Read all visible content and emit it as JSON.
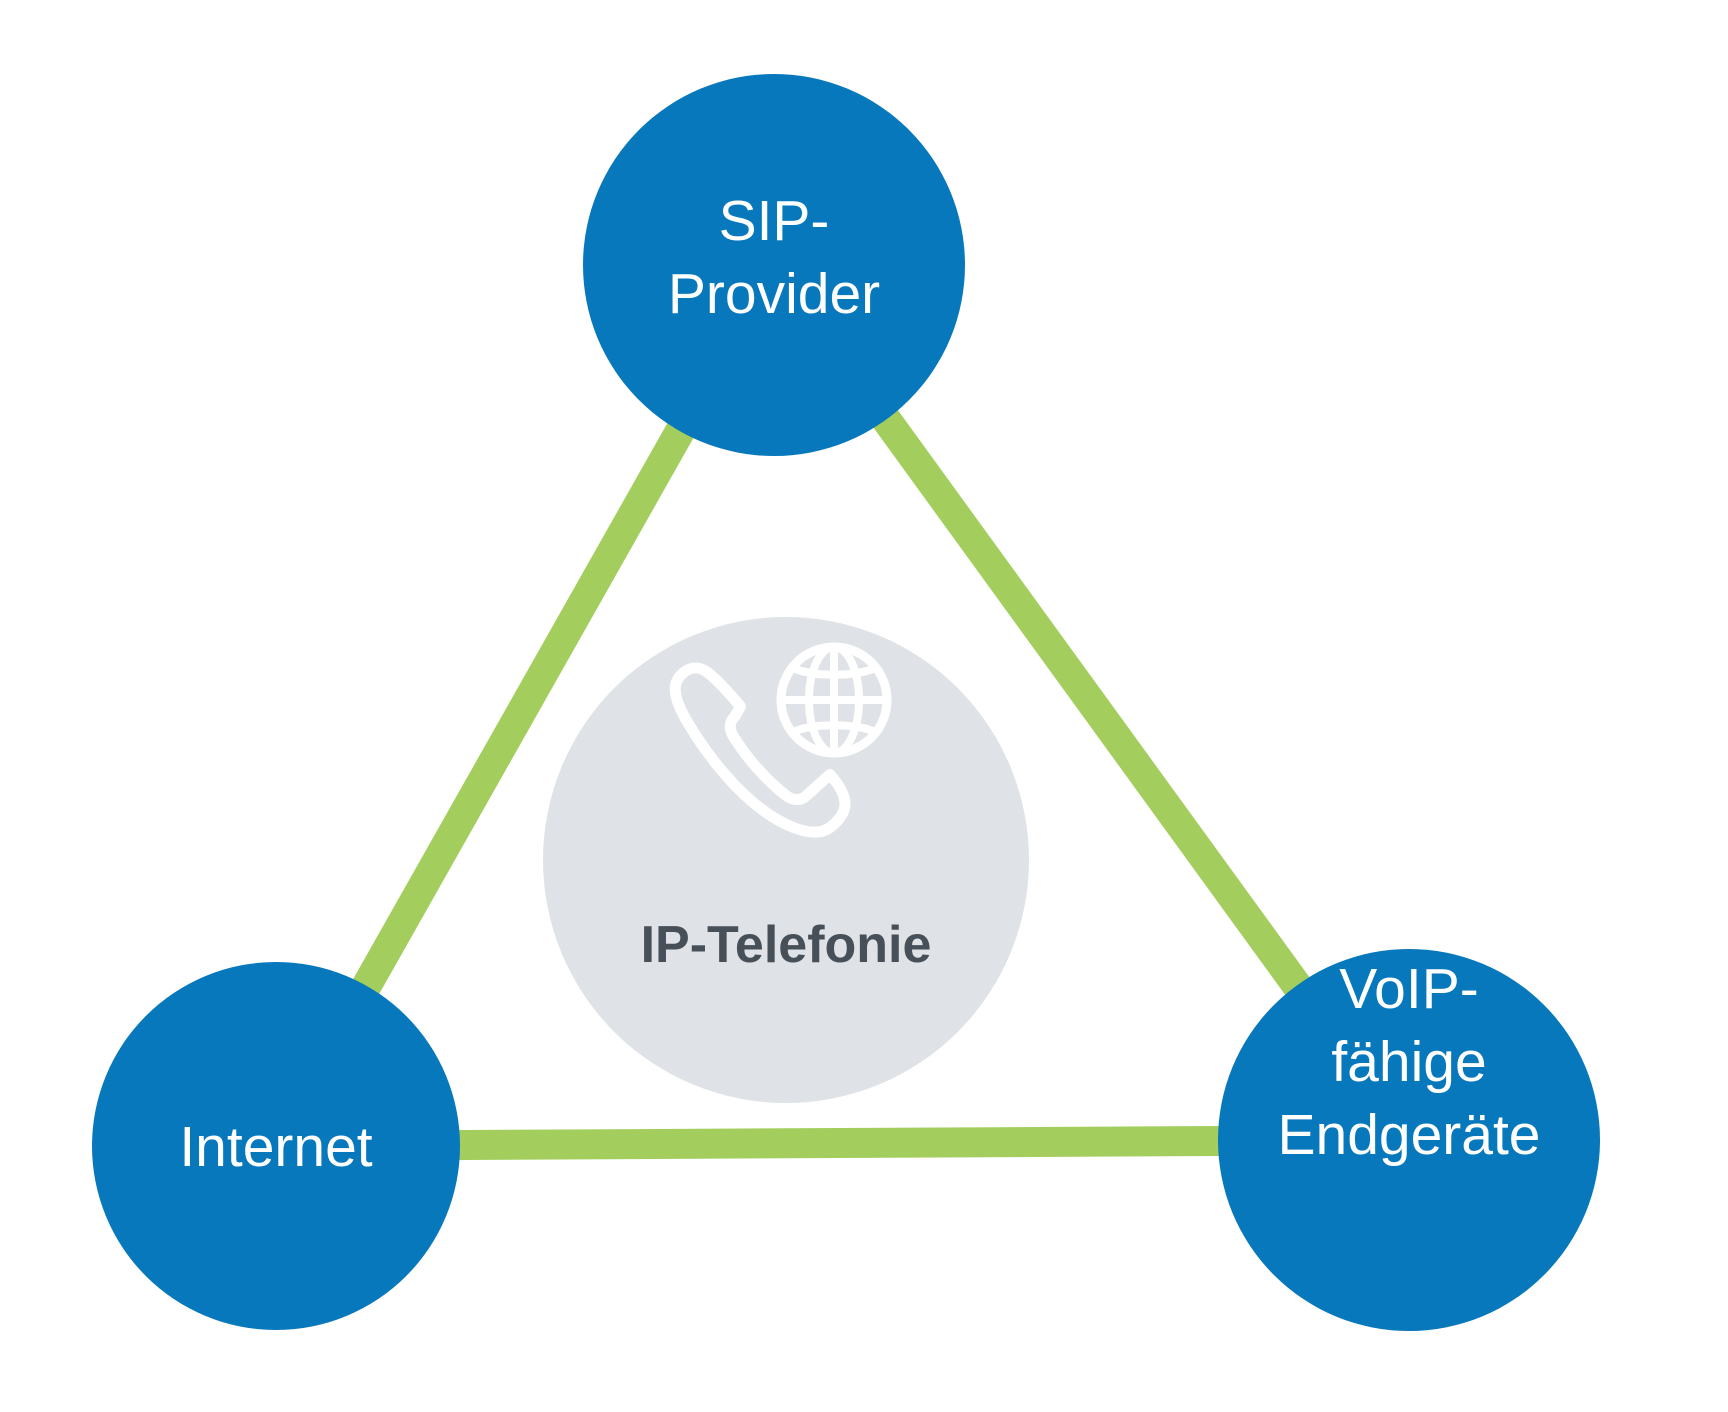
{
  "diagram": {
    "title": "IP-Telefonie",
    "type": "triangle-relationship-diagram",
    "background_color": "#ffffff",
    "center": {
      "label": "IP-Telefonie",
      "icon": "phone-globe-icon",
      "circle_color": "#dfe2e6",
      "label_color": "#474f58",
      "icon_color": "#ffffff"
    },
    "connector_color": "#a3ce5e",
    "node_color": "#0878bc",
    "node_text_color": "#ffffff",
    "nodes": [
      {
        "id": "sip-provider",
        "position": "top",
        "lines": [
          "SIP-",
          "Provider"
        ]
      },
      {
        "id": "internet",
        "position": "bottom-left",
        "lines": [
          "Internet"
        ]
      },
      {
        "id": "voip-endgeraete",
        "position": "bottom-right",
        "lines": [
          "VoIP-",
          "fähige",
          "Endgeräte"
        ]
      }
    ],
    "connectors": [
      {
        "id": "sip-to-internet",
        "from": "sip-provider",
        "to": "internet"
      },
      {
        "id": "sip-to-voip",
        "from": "sip-provider",
        "to": "voip-endgeraete"
      },
      {
        "id": "internet-to-voip",
        "from": "internet",
        "to": "voip-endgeraete"
      }
    ]
  }
}
